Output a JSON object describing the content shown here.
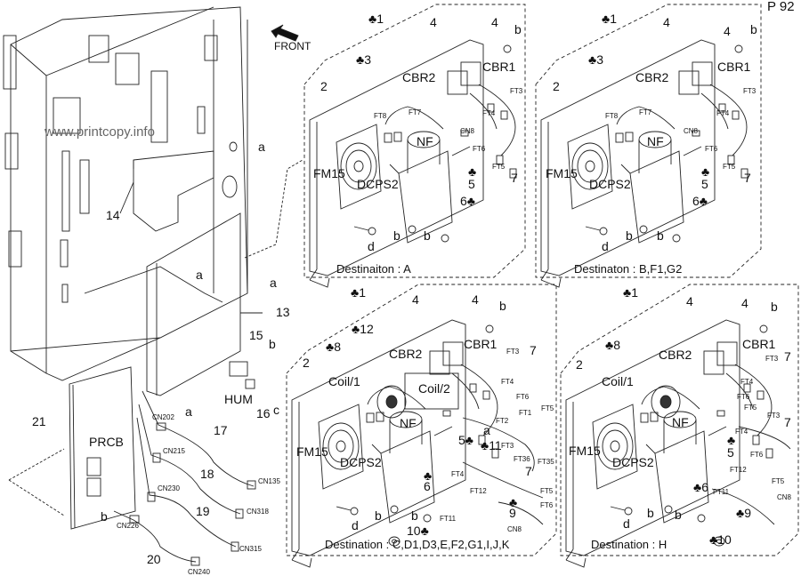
{
  "page_number": "P 92",
  "watermark": "www.printcopy.info",
  "front_label": "FRONT",
  "main_assembly": {
    "labels": {
      "bracket": "14",
      "mounting_plate": "13",
      "humidity_bracket": "15",
      "hum_sensor": "16",
      "hum": "HUM",
      "cable_17": "17",
      "cable_18": "18",
      "cable_19": "19",
      "cable_20": "20",
      "board": "21",
      "prcb": "PRCB",
      "screw_a": "a",
      "screw_b": "b",
      "screw_c": "c"
    },
    "connectors": [
      "CN202",
      "CN135",
      "CN215",
      "CN318",
      "CN230",
      "CN315",
      "CN226",
      "CN240"
    ]
  },
  "panels": [
    {
      "id": "A",
      "title": "Destinaiton : A",
      "callouts": [
        "♣1",
        "2",
        "♣3",
        "4",
        "4",
        "5",
        "♣",
        "6♣",
        "7",
        "b",
        "b",
        "b",
        "d"
      ],
      "components": [
        "CBR1",
        "CBR2",
        "NF",
        "FM15",
        "DCPS2"
      ],
      "terminals": [
        "FT3",
        "FT4",
        "FT5",
        "FT6",
        "FT7",
        "FT8",
        "CN8"
      ]
    },
    {
      "id": "B",
      "title": "Destinaton : B,F1,G2",
      "callouts": [
        "♣1",
        "2",
        "♣3",
        "4",
        "4",
        "5",
        "♣",
        "6♣",
        "7",
        "b",
        "b",
        "b",
        "d"
      ],
      "components": [
        "CBR1",
        "CBR2",
        "NF",
        "FM15",
        "DCPS2"
      ],
      "terminals": [
        "FT3",
        "FT4",
        "FT5",
        "FT6",
        "FT7",
        "FT8",
        "CN8"
      ]
    },
    {
      "id": "C",
      "title": "Destination : C,D1,D3,E,F2,G1,I,J,K",
      "callouts": [
        "♣1",
        "2",
        "4",
        "4",
        "♣8",
        "♣12",
        "5♣",
        "6",
        "♣",
        "7",
        "7",
        "♣",
        "9",
        "10♣",
        "♣11",
        "a",
        "b",
        "b",
        "b",
        "d"
      ],
      "components": [
        "CBR1",
        "CBR2",
        "Coil/1",
        "Coil/2",
        "NF",
        "FM15",
        "DCPS2"
      ],
      "terminals": [
        "FT1",
        "FT2",
        "FT3",
        "FT3",
        "FT4",
        "FT4",
        "FT5",
        "FT5",
        "FT6",
        "FT6",
        "FT11",
        "FT12",
        "FT35",
        "FT36",
        "CN8"
      ]
    },
    {
      "id": "H",
      "title": "Destination : H",
      "callouts": [
        "♣1",
        "2",
        "4",
        "4",
        "♣8",
        "5",
        "♣",
        "♣6",
        "7",
        "7",
        "♣9",
        "♣10",
        "b",
        "b",
        "b",
        "d"
      ],
      "components": [
        "CBR1",
        "CBR2",
        "Coil/1",
        "NF",
        "FM15",
        "DCPS2"
      ],
      "terminals": [
        "FT3",
        "FT3",
        "FT4",
        "FT4",
        "FT5",
        "FT5",
        "FT6",
        "FT6",
        "FT11",
        "FT12",
        "CN8"
      ]
    }
  ]
}
